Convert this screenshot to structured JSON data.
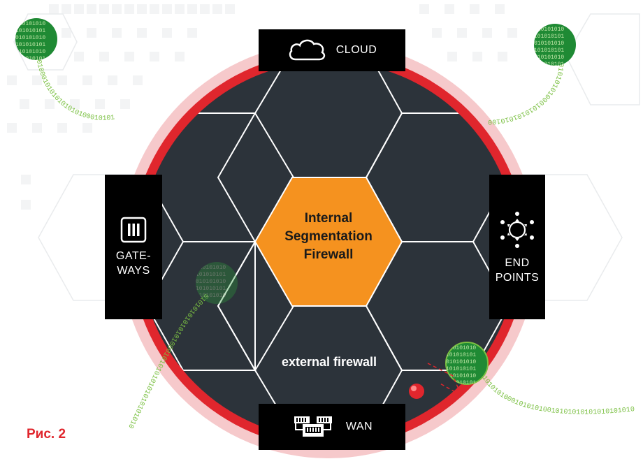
{
  "figure": {
    "caption": "Рис. 2"
  },
  "center": {
    "lines": [
      "Internal",
      "Segmentation",
      "Firewall"
    ],
    "color": "#f5921f"
  },
  "bottom_hex": {
    "label": "external firewall"
  },
  "nodes": {
    "cloud": {
      "label": "CLOUD",
      "icon": "cloud-icon"
    },
    "wan": {
      "label": "WAN",
      "icon": "network-switch-icon"
    },
    "gateways": {
      "lines": [
        "GATE-",
        "WAYS"
      ],
      "icon": "gateway-icon"
    },
    "endpoints": {
      "lines": [
        "END",
        "POINTS"
      ],
      "icon": "endpoints-sun-icon"
    }
  },
  "binary_text": {
    "top_left": "1010001010101010101000101010101010001",
    "top_right": "0101010100010101010101000101010100001",
    "bottom_right": "1010101000101010100101010101010101010101",
    "bottom_left": "0101010101010100010101010101010101010"
  },
  "colors": {
    "dark_hex": "#2c333a",
    "ring_red": "#e0262d",
    "ring_pink": "#f6c9cb",
    "green": "#2c9a3a",
    "binary_green": "#7bc043",
    "caption": "#e0262d"
  }
}
